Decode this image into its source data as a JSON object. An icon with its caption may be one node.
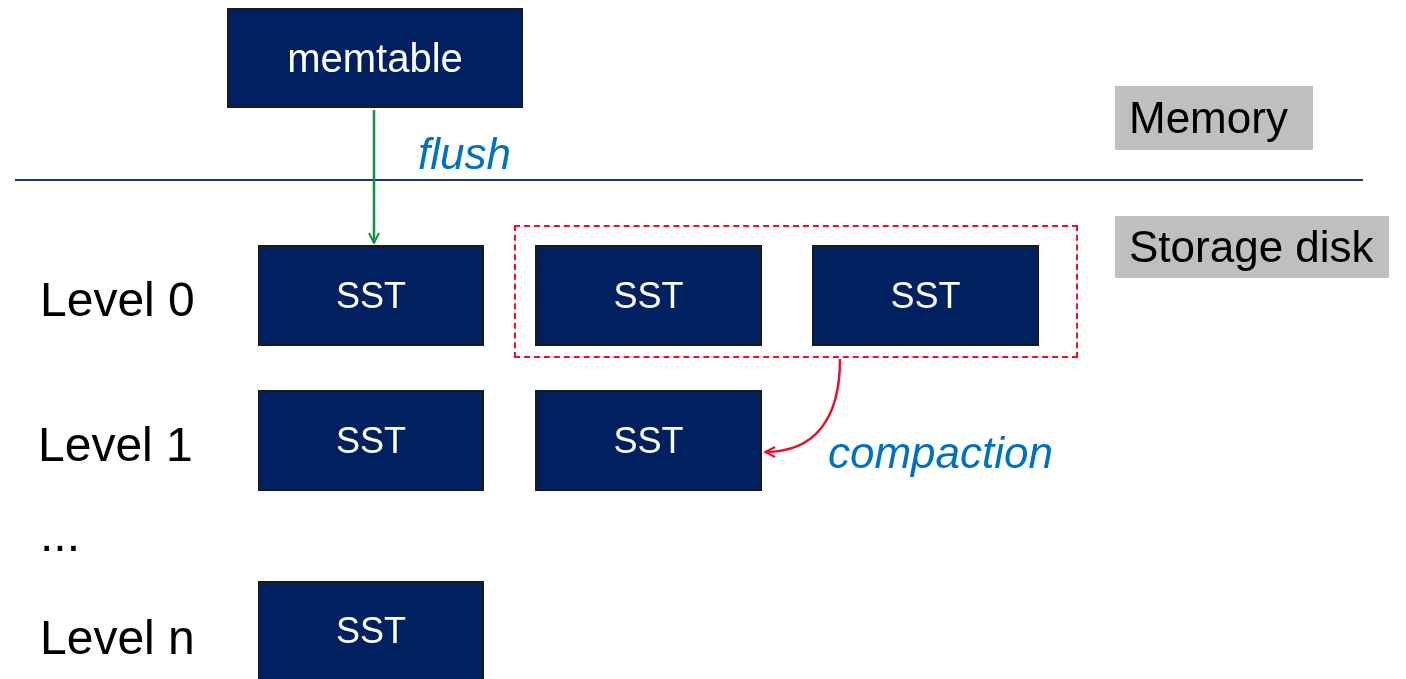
{
  "diagram": {
    "nodes": [
      {
        "text": [
          "memtable"
        ]
      },
      {
        "text": [
          "Memory"
        ]
      },
      {
        "text": [
          "Storage disk"
        ]
      },
      {
        "text": [
          "SST"
        ]
      },
      {
        "text": [],
        "shape": "box"
      },
      {
        "text": [
          "SST"
        ],
        "in": 4
      },
      {
        "text": [
          "SST"
        ],
        "in": 4
      },
      {
        "text": [
          "SST"
        ]
      },
      {
        "text": [
          "SST"
        ]
      },
      {
        "text": [
          "SST"
        ]
      }
    ],
    "edges": [
      {
        "from": 0,
        "to": 3,
        "arrow": "to",
        "label": "flush",
        "color": "#12923c"
      },
      {
        "from": 4,
        "to": 8,
        "arrow": "to",
        "label": "compaction",
        "color": "#e8102a"
      }
    ],
    "labels": [
      "Level 0",
      "Level 1",
      "...",
      "Level n"
    ]
  }
}
